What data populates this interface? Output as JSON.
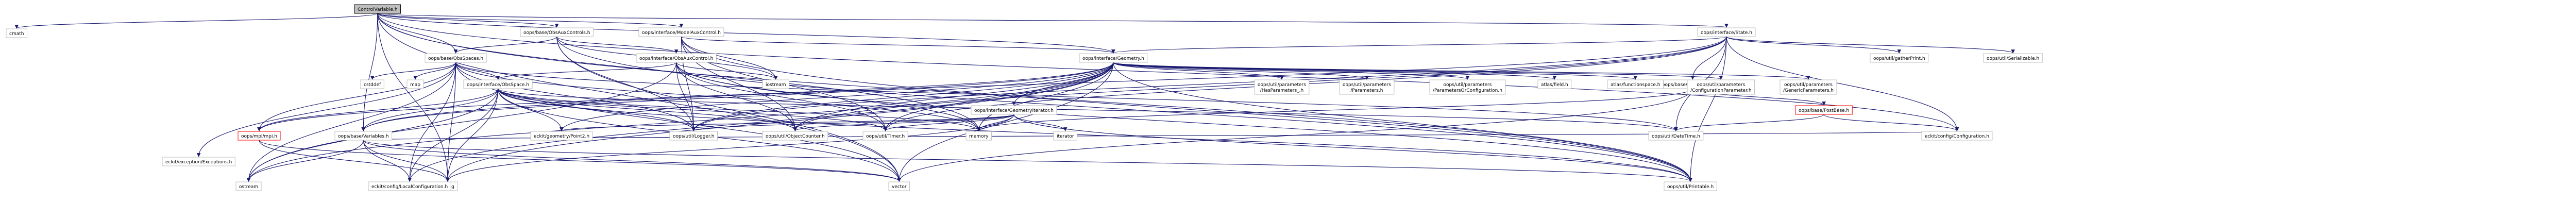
{
  "graph": {
    "colors": {
      "edge": "#191970",
      "root_fill": "#bfbfbf",
      "node_border": "#bfbfbf",
      "highlight_border": "#ff0000"
    },
    "nodes": [
      {
        "id": "root",
        "label": "ControlVariable.h",
        "style": "root"
      },
      {
        "id": "cmath",
        "label": "cmath",
        "style": "plain"
      },
      {
        "id": "ObsAuxControls",
        "label": "oops/base/ObsAuxControls.h",
        "style": "box"
      },
      {
        "id": "ModelAuxControl",
        "label": "oops/interface/ModelAuxControl.h",
        "style": "box"
      },
      {
        "id": "State",
        "label": "oops/interface/State.h",
        "style": "box"
      },
      {
        "id": "ObsSpaces",
        "label": "oops/base/ObsSpaces.h",
        "style": "box"
      },
      {
        "id": "ObsAuxControl",
        "label": "oops/interface/ObsAuxControl.h",
        "style": "box"
      },
      {
        "id": "Geometry",
        "label": "oops/interface/Geometry.h",
        "style": "box"
      },
      {
        "id": "PostProcessor",
        "label": "oops/base/PostProcessor.h",
        "style": "box"
      },
      {
        "id": "UnitializedPoint",
        "label": "oops/util/gatherPrint.h",
        "style": "plain"
      },
      {
        "id": "Serializable",
        "label": "oops/util/Serializable.h",
        "style": "plain"
      },
      {
        "id": "ObsSpace",
        "label": "oops/interface/ObsSpace.h",
        "style": "box"
      },
      {
        "id": "GeometryIterator",
        "label": "oops/interface/GeometryIterator.h",
        "style": "box"
      },
      {
        "id": "cstddef",
        "label": "cstddef",
        "style": "plain"
      },
      {
        "id": "map",
        "label": "map",
        "style": "plain"
      },
      {
        "id": "iostream",
        "label": "iostream",
        "style": "plain"
      },
      {
        "id": "ParamsCplx",
        "label": "oops/util/parameters\n/HasParameters_.h",
        "style": "plain"
      },
      {
        "id": "Parameters",
        "label": "oops/util/parameters\n/Parameters.h",
        "style": "plain"
      },
      {
        "id": "ParamsOrConfig",
        "label": "oops/util/parameters\n/ParametersOrConfiguration.h",
        "style": "plain"
      },
      {
        "id": "atlasField",
        "label": "atlas/field.h",
        "style": "plain"
      },
      {
        "id": "atlasFS",
        "label": "atlas/functionspace.h",
        "style": "plain"
      },
      {
        "id": "ConfigParam",
        "label": "oops/util/parameters\n/ConfigurationParameter.h",
        "style": "plain"
      },
      {
        "id": "GenericParams",
        "label": "oops/util/parameters\n/GenericParameters.h",
        "style": "plain"
      },
      {
        "id": "PostBase",
        "label": "oops/base/PostBase.h",
        "style": "red"
      },
      {
        "id": "mpi",
        "label": "oops/mpi/mpi.h",
        "style": "red"
      },
      {
        "id": "Variables",
        "label": "oops/base/Variables.h",
        "style": "box"
      },
      {
        "id": "PointLL",
        "label": "eckit/geometry/Point2.h",
        "style": "plain"
      },
      {
        "id": "Logger",
        "label": "oops/util/Logger.h",
        "style": "plain"
      },
      {
        "id": "ObjectCounter",
        "label": "oops/util/ObjectCounter.h",
        "style": "plain"
      },
      {
        "id": "Timer",
        "label": "oops/util/Timer.h",
        "style": "plain"
      },
      {
        "id": "memory",
        "label": "memory",
        "style": "plain"
      },
      {
        "id": "iterator",
        "label": "iterator",
        "style": "plain"
      },
      {
        "id": "DateTime",
        "label": "oops/util/DateTime.h",
        "style": "plain"
      },
      {
        "id": "Configurator",
        "label": "eckit/config/Configuration.h",
        "style": "plain"
      },
      {
        "id": "Exceptions",
        "label": "eckit/exception/Exceptions.h",
        "style": "plain"
      },
      {
        "id": "ostream",
        "label": "ostream",
        "style": "plain"
      },
      {
        "id": "string",
        "label": "string",
        "style": "plain"
      },
      {
        "id": "LocalConfig",
        "label": "eckit/config/LocalConfiguration.h",
        "style": "plain"
      },
      {
        "id": "vector",
        "label": "vector",
        "style": "plain"
      },
      {
        "id": "Printable",
        "label": "oops/util/Printable.h",
        "style": "plain"
      }
    ]
  }
}
